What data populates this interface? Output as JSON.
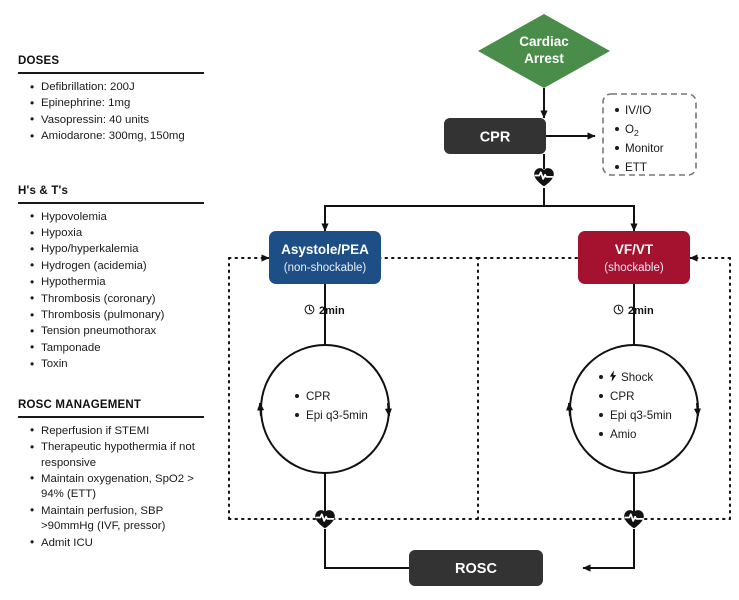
{
  "sidebar": {
    "sections": [
      {
        "id": "doses",
        "title": "DOSES",
        "items": [
          "Defibrillation: 200J",
          "Epinephrine: 1mg",
          "Vasopressin: 40 units",
          "Amiodarone: 300mg, 150mg"
        ]
      },
      {
        "id": "hts",
        "title": "H's & T's",
        "items": [
          "Hypovolemia",
          "Hypoxia",
          "Hypo/hyperkalemia",
          "Hydrogen (acidemia)",
          "Hypothermia",
          "Thrombosis (coronary)",
          "Thrombosis (pulmonary)",
          "Tension pneumothorax",
          "Tamponade",
          "Toxin"
        ]
      },
      {
        "id": "rosc-management",
        "title": "ROSC MANAGEMENT",
        "items": [
          "Reperfusion if STEMI",
          "Therapeutic hypothermia if not responsive",
          "Maintain oxygenation, SpO2 > 94% (ETT)",
          "Maintain perfusion, SBP >90mmHg (IVF, pressor)",
          "Admit ICU"
        ]
      }
    ]
  },
  "flowchart": {
    "start_node": {
      "label_line1": "Cardiac",
      "label_line2": "Arrest",
      "color": "#4a8c4a",
      "shape": "diamond"
    },
    "cpr_node": {
      "label": "CPR",
      "color": "#333333",
      "shape": "rounded-rect"
    },
    "adjuncts_box": {
      "items": [
        "IV/IO",
        "O",
        "Monitor",
        "ETT"
      ],
      "o2_subscript": "2",
      "border_style": "dashed",
      "border_color": "#777777"
    },
    "branch_left": {
      "title": "Asystole/PEA",
      "subtitle": "(non-shockable)",
      "color": "#1d4f86",
      "timer_label": "2min",
      "timer_icon": "clock-icon",
      "loop_items": [
        {
          "icon": "",
          "text": "CPR"
        },
        {
          "icon": "",
          "text": "Epi q3-5min"
        }
      ]
    },
    "branch_right": {
      "title": "VF/VT",
      "subtitle": "(shockable)",
      "color": "#a5122f",
      "timer_label": "2min",
      "timer_icon": "clock-icon",
      "loop_items": [
        {
          "icon": "⚡",
          "text": "Shock"
        },
        {
          "icon": "",
          "text": "CPR"
        },
        {
          "icon": "",
          "text": "Epi q3-5min"
        },
        {
          "icon": "",
          "text": "Amio"
        }
      ]
    },
    "end_node": {
      "label": "ROSC",
      "color": "#333333",
      "shape": "rounded-rect"
    },
    "rhythm_check_icon": "heart-pulse-icon",
    "rhythm_check_count": 3
  }
}
